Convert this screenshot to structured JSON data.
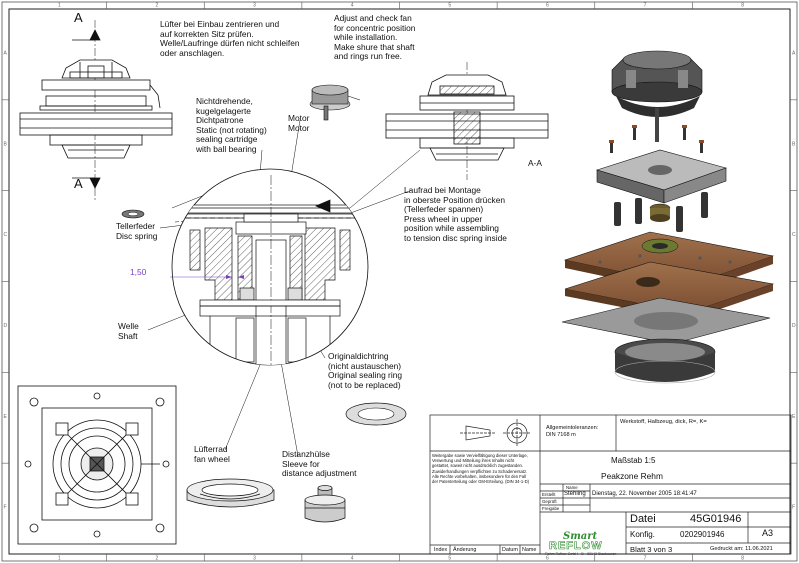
{
  "grid": {
    "columns": [
      "1",
      "2",
      "3",
      "4",
      "5",
      "6",
      "7",
      "8"
    ],
    "rows": [
      "A",
      "B",
      "C",
      "D",
      "E",
      "F"
    ]
  },
  "section": {
    "cut_letter": "A",
    "view_label": "A-A"
  },
  "notes": {
    "centering_de": "Lüfter bei Einbau zentrieren und\nauf korrekten Sitz prüfen.\nWelle/Laufringe dürfen nicht schleifen\noder anschlagen.",
    "centering_en": "Adjust and check fan\nfor concentric position\nwhile installation.\nMake shure that shaft\nand rings run free.",
    "cartridge": "Nichtdrehende,\nkugelgelagerte\nDichtpatrone\nStatic (not rotating)\nsealing cartridge\nwith ball bearing",
    "motor": "Motor\nMotor",
    "press_wheel": "Laufrad bei Montage\nin oberste Position drücken\n(Tellerfeder spannen)\nPress wheel in upper\nposition while assembling\nto tension disc spring inside",
    "disc_spring": "Tellerfeder\nDisc spring",
    "dimension": "1,50",
    "shaft": "Welle\nShaft",
    "sealing_ring": "Originaldichtring\n(nicht austauschen)\nOriginal sealing ring\n(not to be replaced)",
    "fan_wheel": "Lüfterrad\nfan wheel",
    "sleeve": "Distanzhülse\nSleeve for\ndistance adjustment"
  },
  "title_block": {
    "tolerances": "Allgemeintoleranzen:\nDIN 7168 m",
    "material": "Werkstoff, Halbzeug, dick, R=, K=",
    "copyright": "Weitergabe sowie Vervielfältigung dieser Unterlage,\nVerwertung und Mitteilung ihres Inhalts nicht\ngestattet, soweit nicht ausdrücklich zugestanden.\nZuwiderhandlungen verpflichten zu Schadenersatz.\nAlle Rechte vorbehalten, insbesondere für den Fall\nder Patenterteilung oder GM-Erteilung. (DIN 34-1-D)",
    "scale": "Maßstab 1:5",
    "name": "Peakzone Rehm",
    "col_name": "Name",
    "row_created": "Erstellt",
    "row_checked": "Geprüft",
    "row_released": "Freigabe",
    "author": "Stehling",
    "created_date": "Dienstag, 22. November 2005 18:41:47",
    "file_label": "Datei",
    "file_value": "45G01946",
    "config_label": "Konfig.",
    "config_value": "0202901946",
    "format": "A3",
    "sheet": "Blatt 3 von 3",
    "print_date": "Gedruckt am: 11.06.2021",
    "rev_index": "Index",
    "rev_change": "Änderung",
    "rev_date": "Datum",
    "rev_name": "Name"
  },
  "logo": {
    "top": "Smart",
    "bottom": "REFLOW",
    "sub": "Rehm Reflow GmbH • D - 89143 Blaubeuren"
  },
  "colors": {
    "board": "#8b5a3c",
    "board_dark": "#6a4129",
    "steel": "#555555",
    "dim_accent": "#7a3fbf",
    "logo": "#2f8f2f"
  }
}
